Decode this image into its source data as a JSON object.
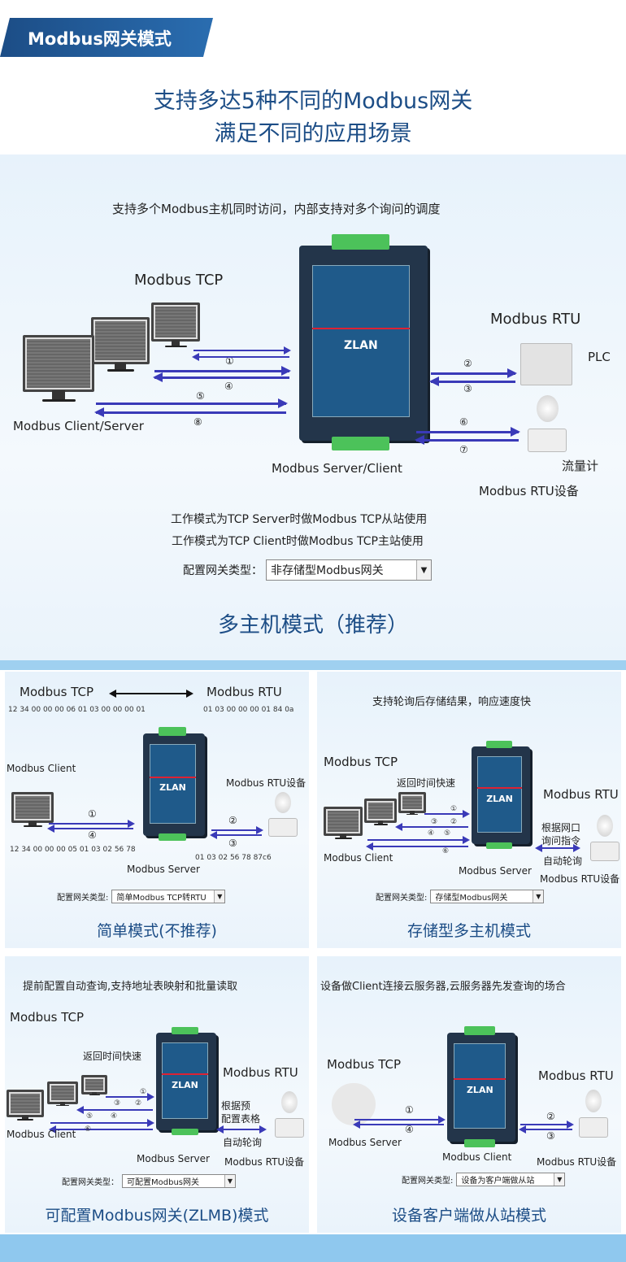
{
  "banner": {
    "title": "Modbus网关模式"
  },
  "headline": {
    "line1": "支持多达5种不同的Modbus网关",
    "line2": "满足不同的应用场景"
  },
  "main": {
    "desc": "支持多个Modbus主机同时访问，内部支持对多个询问的调度",
    "modbus_tcp": "Modbus TCP",
    "modbus_rtu": "Modbus RTU",
    "plc": "PLC",
    "flow_meter": "流量计",
    "client_server": "Modbus Client/Server",
    "server_client": "Modbus Server/Client",
    "rtu_device": "Modbus RTU设备",
    "n1": "①",
    "n2": "②",
    "n3": "③",
    "n4": "④",
    "n5": "⑤",
    "n6": "⑥",
    "n7": "⑦",
    "n8": "⑧",
    "mode_line1": "工作模式为TCP Server时做Modbus TCP从站使用",
    "mode_line2": "工作模式为TCP Client时做Modbus TCP主站使用",
    "config_label": "配置网关类型：",
    "config_value": "非存储型Modbus网关",
    "caption": "多主机模式（推荐）",
    "device_brand": "ZLAN"
  },
  "p1": {
    "tcp": "Modbus TCP",
    "rtu": "Modbus RTU",
    "hex_tcp_req": "12 34 00 00 00 06 01 03 00 00 00 01",
    "hex_rtu_req": "01 03 00 00 00 01 84 0a",
    "client": "Modbus Client",
    "rtu_device": "Modbus RTU设备",
    "hex_tcp_resp": "12 34 00 00 00 05 01 03 02 56 78",
    "hex_rtu_resp": "01 03 02 56 78 87c6",
    "server": "Modbus Server",
    "n1": "①",
    "n2": "②",
    "n3": "③",
    "n4": "④",
    "config_label": "配置网关类型:",
    "config_value": "简单Modbus TCP转RTU",
    "caption": "简单模式(不推荐)"
  },
  "p2": {
    "desc": "支持轮询后存储结果，响应速度快",
    "tcp": "Modbus TCP",
    "fast": "返回时间快速",
    "rtu": "Modbus RTU",
    "poll_note": "根据网口\n询问指令",
    "auto_poll": "自动轮询",
    "client": "Modbus Client",
    "server": "Modbus Server",
    "rtu_device": "Modbus RTU设备",
    "n1": "①",
    "n2": "②",
    "n3": "③",
    "n4": "④",
    "n5": "⑤",
    "n6": "⑥",
    "config_label": "配置网关类型:",
    "config_value": "存储型Modbus网关",
    "caption": "存储型多主机模式"
  },
  "p3": {
    "desc": "提前配置自动查询,支持地址表映射和批量读取",
    "tcp": "Modbus TCP",
    "fast": "返回时间快速",
    "rtu": "Modbus RTU",
    "poll_note": "根据预\n配置表格",
    "auto_poll": "自动轮询",
    "client": "Modbus Client",
    "server": "Modbus Server",
    "rtu_device": "Modbus RTU设备",
    "n1": "①",
    "n2": "②",
    "n3": "③",
    "n4": "④",
    "n5": "⑤",
    "n6": "⑥",
    "config_label": "配置网关类型：",
    "config_value": "可配置Modbus网关",
    "caption": "可配置Modbus网关(ZLMB)模式"
  },
  "p4": {
    "desc": "设备做Client连接云服务器,云服务器先发查询的场合",
    "tcp": "Modbus TCP",
    "rtu": "Modbus RTU",
    "server": "Modbus Server",
    "client": "Modbus Client",
    "rtu_device": "Modbus RTU设备",
    "n1": "①",
    "n2": "②",
    "n3": "③",
    "n4": "④",
    "config_label": "配置网关类型:",
    "config_value": "设备为客户端做从站",
    "caption": "设备客户端做从站模式"
  }
}
